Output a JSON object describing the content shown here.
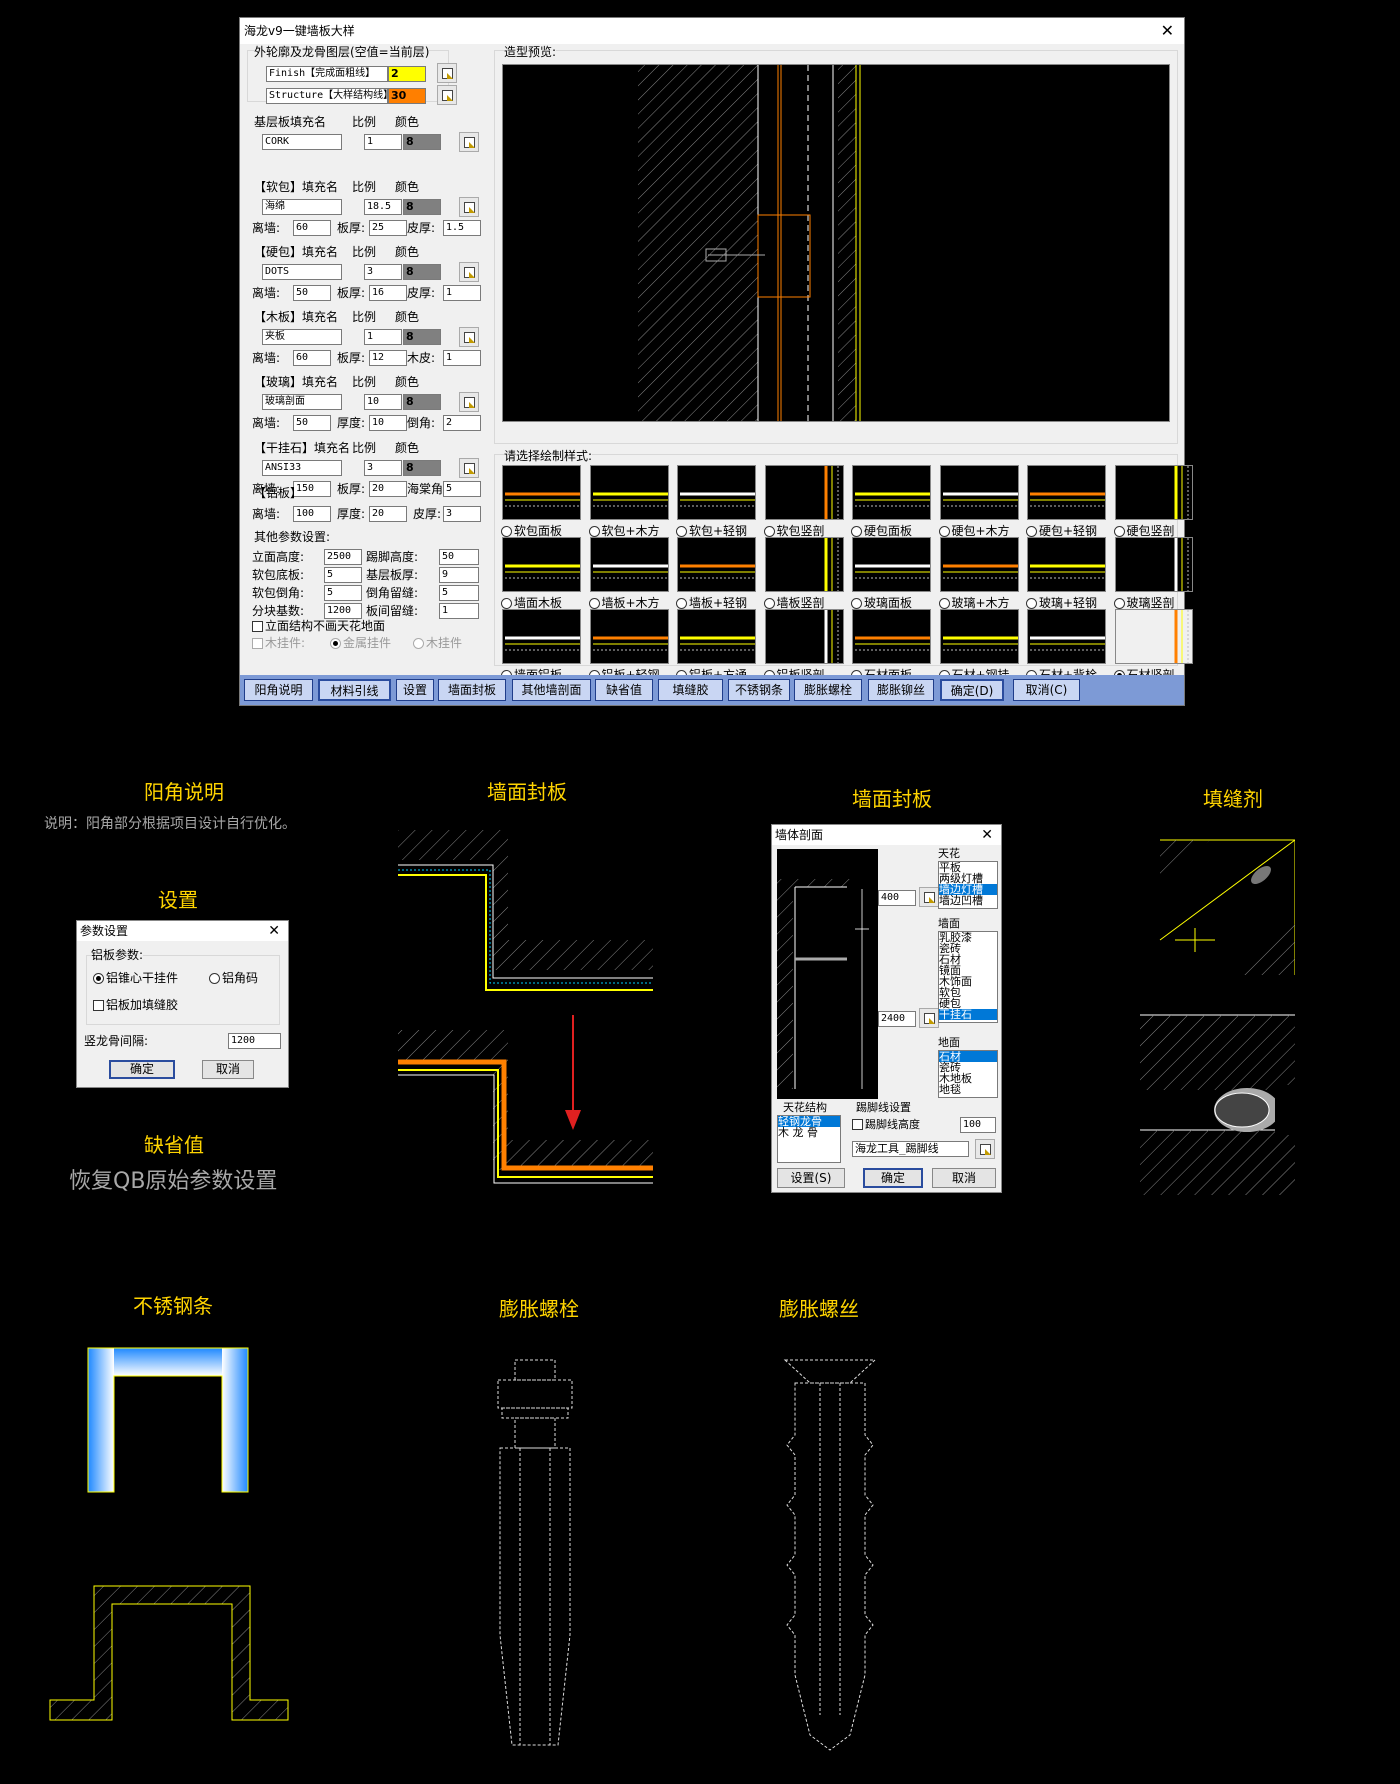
{
  "dialog": {
    "title": "海龙v9一键墙板大样",
    "outline_group": "外轮廓及龙骨图层(空值=当前层)",
    "finish_label": "Finish【完成面粗线】",
    "finish_color": "2",
    "structure_label": "Structure【大样结构线】",
    "structure_color": "30",
    "base": {
      "title": "基层板填充名",
      "scale_h": "比例",
      "color_h": "颜色",
      "name": "CORK",
      "scale": "1",
      "color": "8"
    },
    "soft": {
      "title": "【软包】填充名",
      "scale_h": "比例",
      "color_h": "颜色",
      "name": "海绵",
      "scale": "18.5",
      "color": "8",
      "l1": "离墙:",
      "v1": "60",
      "l2": "板厚:",
      "v2": "25",
      "l3": "皮厚:",
      "v3": "1.5"
    },
    "hard": {
      "title": "【硬包】填充名",
      "scale_h": "比例",
      "color_h": "颜色",
      "name": "DOTS",
      "scale": "3",
      "color": "8",
      "l1": "离墙:",
      "v1": "50",
      "l2": "板厚:",
      "v2": "16",
      "l3": "皮厚:",
      "v3": "1"
    },
    "wood": {
      "title": "【木板】填充名",
      "scale_h": "比例",
      "color_h": "颜色",
      "name": "夹板",
      "scale": "1",
      "color": "8",
      "l1": "离墙:",
      "v1": "60",
      "l2": "板厚:",
      "v2": "12",
      "l3": "木皮:",
      "v3": "1"
    },
    "glass": {
      "title": "【玻璃】填充名",
      "scale_h": "比例",
      "color_h": "颜色",
      "name": "玻璃剖面",
      "scale": "10",
      "color": "8",
      "l1": "离墙:",
      "v1": "50",
      "l2": "厚度:",
      "v2": "10",
      "l3": "倒角:",
      "v3": "2"
    },
    "stone": {
      "title": "【干挂石】填充名",
      "scale_h": "比例",
      "color_h": "颜色",
      "name": "ANSI33",
      "scale": "3",
      "color": "8",
      "l1": "离墙:",
      "v1": "150",
      "l2": "板厚:",
      "v2": "20",
      "l3": "海棠角",
      "v3": "5"
    },
    "alu": {
      "title": "【铝板】",
      "l1": "离墙:",
      "v1": "100",
      "l2": "厚度:",
      "v2": "20",
      "l3": "皮厚:",
      "v3": "3"
    },
    "other": {
      "title": "其他参数设置:",
      "r1a": "立面高度:",
      "r1av": "2500",
      "r1b": "踢脚高度:",
      "r1bv": "50",
      "r2a": "软包底板:",
      "r2av": "5",
      "r2b": "基层板厚:",
      "r2bv": "9",
      "r3a": "软包倒角:",
      "r3av": "5",
      "r3b": "倒角留缝:",
      "r3bv": "5",
      "r4a": "分块基数:",
      "r4av": "1200",
      "r4b": "板间留缝:",
      "r4bv": "1",
      "chk": "立面结构不画天花地面",
      "hang": "木挂件:",
      "metal": "金属挂件",
      "woodh": "木挂件"
    },
    "preview_label": "造型预览:",
    "style_label": "请选择绘制样式:",
    "styles": [
      [
        "软包面板",
        "软包+木方",
        "软包+轻钢",
        "软包竖剖",
        "硬包面板",
        "硬包+木方",
        "硬包+轻钢",
        "硬包竖剖"
      ],
      [
        "墙面木板",
        "墙板+木方",
        "墙板+轻钢",
        "墙板竖剖",
        "玻璃面板",
        "玻璃+木方",
        "玻璃+轻钢",
        "玻璃竖剖"
      ],
      [
        "墙面铝板",
        "铝板+轻钢",
        "铝板+方通",
        "铝板竖剖",
        "石材面板",
        "石材+钢挂",
        "石材+背栓",
        "石材竖剖"
      ]
    ],
    "buttons": [
      "阳角说明",
      "材料引线",
      "设置",
      "墙面封板",
      "其他墙剖面",
      "缺省值",
      "填缝胶",
      "不锈钢条",
      "膨胀螺栓",
      "膨胀铆丝",
      "确定(D)",
      "取消(C)"
    ]
  },
  "annotations": {
    "yangjiao": "阳角说明",
    "yangjiao_note": "说明：阳角部分根据项目设计自行优化。",
    "shezhi": "设置",
    "qsz": "缺省值",
    "qsz_note": "恢复QB原始参数设置",
    "fengban1": "墙面封板",
    "fengban2": "墙面封板",
    "tianfeng": "填缝剂",
    "buxiu": "不锈钢条",
    "luoshuan": "膨胀螺栓",
    "luosi": "膨胀螺丝"
  },
  "param_dialog": {
    "title": "参数设置",
    "group": "铝板参数:",
    "r1": "铝锥心干挂件",
    "r2": "铝角码",
    "chk": "铝板加填缝胶",
    "spacing_label": "竖龙骨间隔:",
    "spacing": "1200",
    "ok": "确定",
    "cancel": "取消"
  },
  "wall_dialog": {
    "title": "墙体剖面",
    "v1": "400",
    "v2": "2400",
    "ceiling_title": "天花",
    "ceiling": [
      "平板",
      "两级灯槽",
      "墙边灯槽",
      "墙边凹槽"
    ],
    "wall_title": "墙面",
    "wall": [
      "乳胶漆",
      "瓷砖",
      "石材",
      "镜面",
      "木饰面",
      "软包",
      "硬包",
      "干挂石"
    ],
    "floor_title": "地面",
    "floor": [
      "石材",
      "瓷砖",
      "木地板",
      "地毯"
    ],
    "struct_title": "天花结构",
    "struct": [
      "轻钢龙骨",
      "木 龙 骨"
    ],
    "kick_title": "踢脚线设置",
    "kick_chk": "踢脚线高度",
    "kick_val": "100",
    "kick_layer": "海龙工具_踢脚线",
    "b1": "设置(S)",
    "b2": "确定",
    "b3": "取消"
  }
}
